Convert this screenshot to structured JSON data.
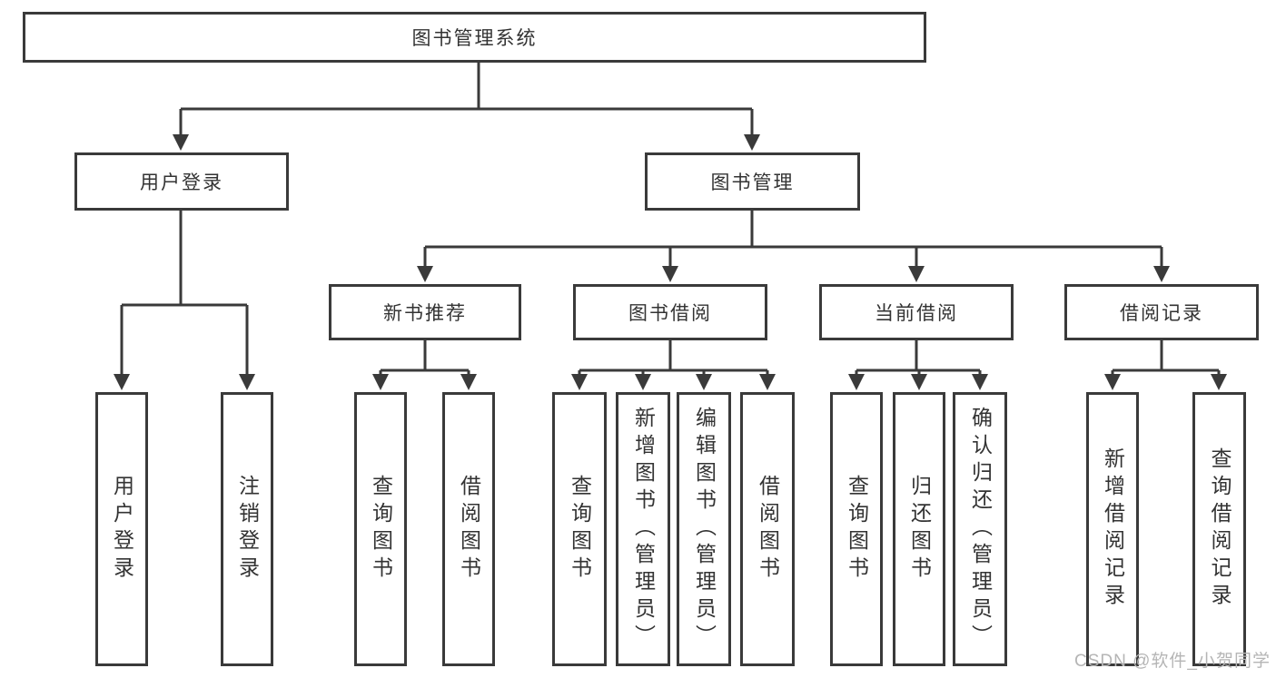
{
  "tree": {
    "root": {
      "label": "图书管理系统",
      "children": [
        {
          "label": "用户登录",
          "children": [
            {
              "label": "用户登录"
            },
            {
              "label": "注销登录"
            }
          ]
        },
        {
          "label": "图书管理",
          "children": [
            {
              "label": "新书推荐",
              "children": [
                {
                  "label": "查询图书"
                },
                {
                  "label": "借阅图书"
                }
              ]
            },
            {
              "label": "图书借阅",
              "children": [
                {
                  "label": "查询图书"
                },
                {
                  "label": "新增图书（管理员）"
                },
                {
                  "label": "编辑图书（管理员）"
                },
                {
                  "label": "借阅图书"
                }
              ]
            },
            {
              "label": "当前借阅",
              "children": [
                {
                  "label": "查询图书"
                },
                {
                  "label": "归还图书"
                },
                {
                  "label": "确认归还（管理员）"
                }
              ]
            },
            {
              "label": "借阅记录",
              "children": [
                {
                  "label": "新增借阅记录"
                },
                {
                  "label": "查询借阅记录"
                }
              ]
            }
          ]
        }
      ]
    }
  },
  "watermark": {
    "text": "CSDN @软件_小贺同学"
  },
  "colors": {
    "line": "#3a3a3a",
    "text": "#333333",
    "watermark": "#b5b5b5",
    "background": "#ffffff"
  }
}
